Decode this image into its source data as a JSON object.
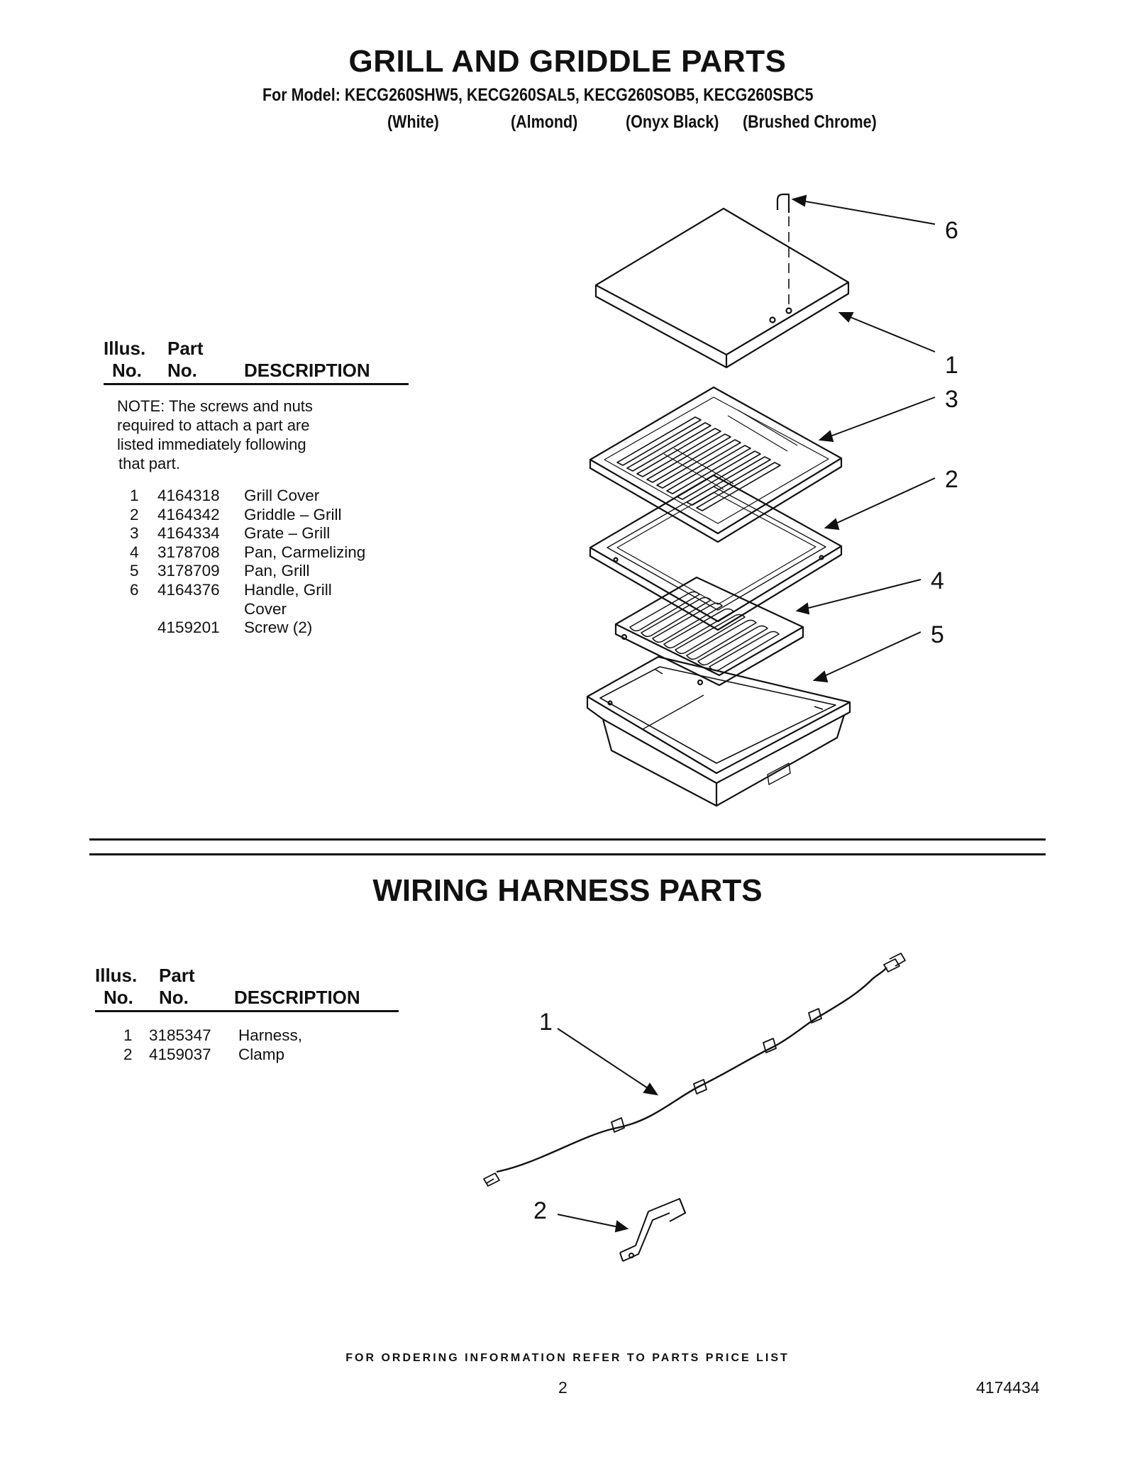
{
  "grill_section": {
    "title": "GRILL AND GRIDDLE PARTS",
    "model_line": "For Model: KECG260SHW5, KECG260SAL5, KECG260SOB5, KECG260SBC5",
    "colors": [
      "(White)",
      "(Almond)",
      "(Onyx Black)",
      "(Brushed Chrome)"
    ],
    "header": {
      "illus_top": "Illus.",
      "illus_bottom": "No.",
      "part_top": "Part",
      "part_bottom": "No.",
      "description": "DESCRIPTION"
    },
    "note": [
      "NOTE: The screws and nuts",
      "required to attach a part are",
      "listed immediately following",
      "that part."
    ],
    "parts": [
      {
        "illus": "1",
        "part": "4164318",
        "desc": "Grill Cover"
      },
      {
        "illus": "2",
        "part": "4164342",
        "desc": "Griddle – Grill"
      },
      {
        "illus": "3",
        "part": "4164334",
        "desc": "Grate – Grill"
      },
      {
        "illus": "4",
        "part": "3178708",
        "desc": "Pan, Carmelizing"
      },
      {
        "illus": "5",
        "part": "3178709",
        "desc": "Pan, Grill"
      },
      {
        "illus": "6",
        "part": "4164376",
        "desc": "Handle, Grill"
      },
      {
        "illus": "",
        "part": "",
        "desc": "Cover"
      },
      {
        "illus": "",
        "part": "4159201",
        "desc": "Screw (2)"
      }
    ],
    "callouts": [
      "6",
      "1",
      "3",
      "2",
      "4",
      "5"
    ]
  },
  "wiring_section": {
    "title": "WIRING HARNESS PARTS",
    "header": {
      "illus_top": "Illus.",
      "illus_bottom": "No.",
      "part_top": "Part",
      "part_bottom": "No.",
      "description": "DESCRIPTION"
    },
    "parts": [
      {
        "illus": "1",
        "part": "3185347",
        "desc": "Harness,"
      },
      {
        "illus": "2",
        "part": "4159037",
        "desc": "Clamp"
      }
    ],
    "callouts": [
      "1",
      "2"
    ]
  },
  "footer": {
    "ordering_info": "FOR ORDERING INFORMATION REFER TO PARTS PRICE LIST",
    "page_number": "2",
    "document_number": "4174434"
  }
}
